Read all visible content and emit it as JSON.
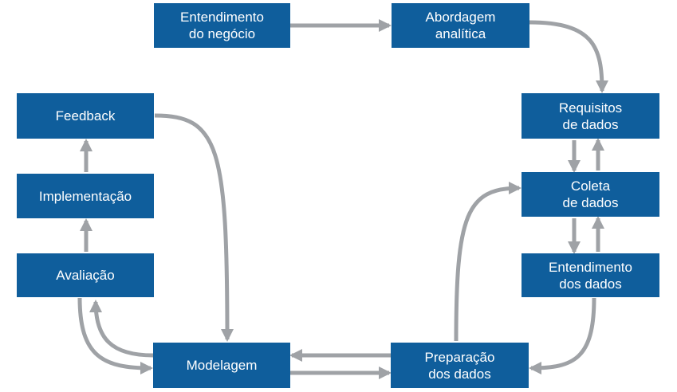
{
  "colors": {
    "box": "#0f5e9c",
    "text": "#ffffff",
    "arrow": "#9fa2a6"
  },
  "nodes": {
    "entendimento_negocio": {
      "line1": "Entendimento",
      "line2": "do negócio"
    },
    "abordagem_analitica": {
      "line1": "Abordagem",
      "line2": "analítica"
    },
    "requisitos_dados": {
      "line1": "Requisitos",
      "line2": "de dados"
    },
    "coleta_dados": {
      "line1": "Coleta",
      "line2": "de dados"
    },
    "entendimento_dados": {
      "line1": "Entendimento",
      "line2": "dos dados"
    },
    "preparacao_dados": {
      "line1": "Preparação",
      "line2": "dos dados"
    },
    "modelagem": {
      "label": "Modelagem"
    },
    "avaliacao": {
      "label": "Avaliação"
    },
    "implementacao": {
      "label": "Implementação"
    },
    "feedback": {
      "label": "Feedback"
    }
  }
}
